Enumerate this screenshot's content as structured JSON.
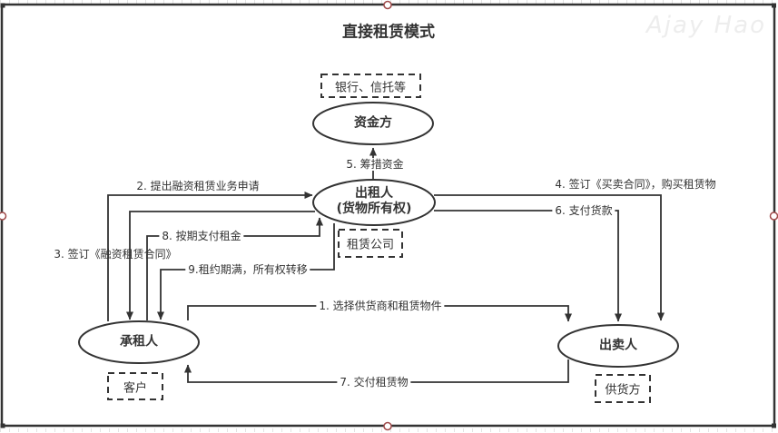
{
  "title": "直接租赁模式",
  "watermark": "Ajay Hao",
  "nodes": {
    "funder": {
      "label": "资金方",
      "tag": "银行、信托等"
    },
    "lessor": {
      "label": "出租人",
      "label2": "(货物所有权)",
      "tag": "租赁公司"
    },
    "lessee": {
      "label": "承租人",
      "tag": "客户"
    },
    "seller": {
      "label": "出卖人",
      "tag": "供货方"
    }
  },
  "edges": {
    "e1": "1. 选择供货商和租赁物件",
    "e2": "2. 提出融资租赁业务申请",
    "e3": "3. 签订《融资租赁合同》",
    "e4": "4. 签订《买卖合同》，购买租赁物",
    "e5": "5. 筹措资金",
    "e6": "6. 支付货款",
    "e7": "7. 交付租赁物",
    "e8": "8. 按期支付租金",
    "e9": "9.租约期满，所有权转移"
  },
  "colors": {
    "line": "#333333",
    "text": "#333333",
    "handle_ring": "#a04a4a",
    "handle_fill": "#ffffff",
    "watermark": "#ededed",
    "background": "#ffffff"
  }
}
